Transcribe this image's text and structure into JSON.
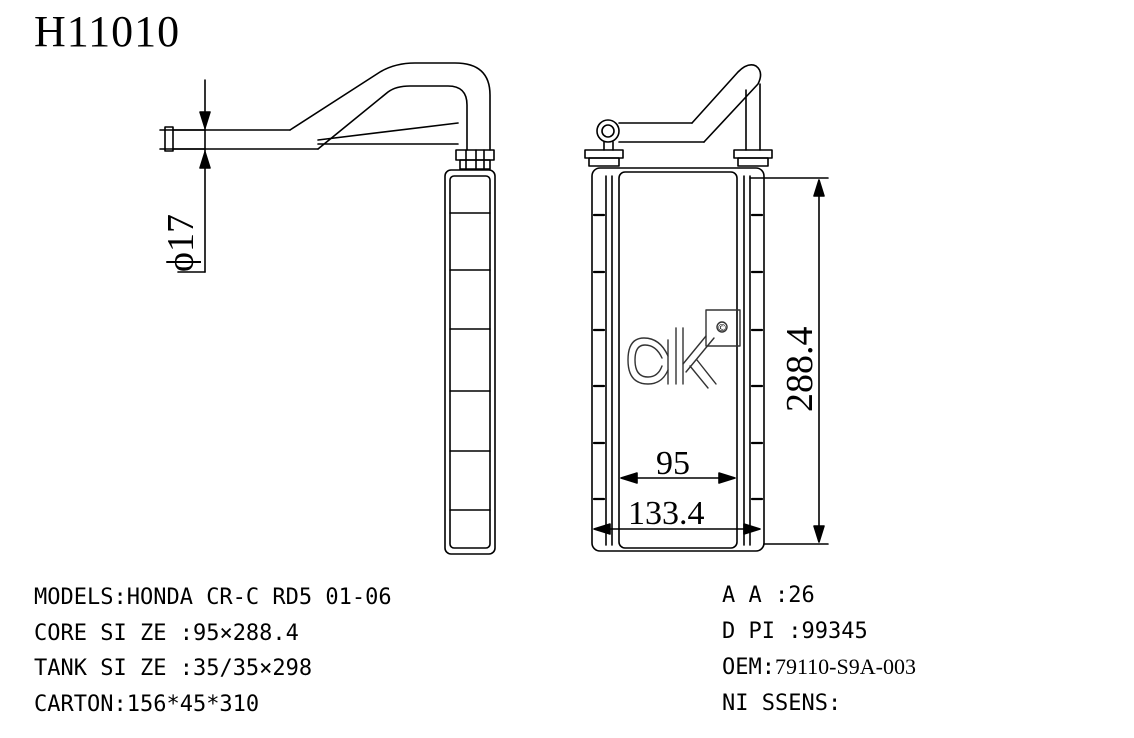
{
  "part_number": "H11010",
  "dimensions": {
    "pipe_diameter": "ϕ17",
    "core_height": "288.4",
    "core_width": "95",
    "overall_width": "133.4"
  },
  "logo": {
    "text": "ck",
    "registered_mark": "©"
  },
  "specs_left": [
    {
      "label": "MODELS:",
      "value": "HONDA CR-C RD5 01-06"
    },
    {
      "label": "CORE SI ZE :",
      "value": "95×288.4"
    },
    {
      "label": "TANK SI ZE :",
      "value": "35/35×298"
    },
    {
      "label": "CARTON:",
      "value": "156*45*310"
    }
  ],
  "specs_right": [
    {
      "label": "A A :",
      "value": "26"
    },
    {
      "label": "D PI :",
      "value": "99345"
    },
    {
      "label": "OEM:",
      "value": "79110-S9A-003"
    },
    {
      "label": "NI SSENS:",
      "value": ""
    }
  ]
}
